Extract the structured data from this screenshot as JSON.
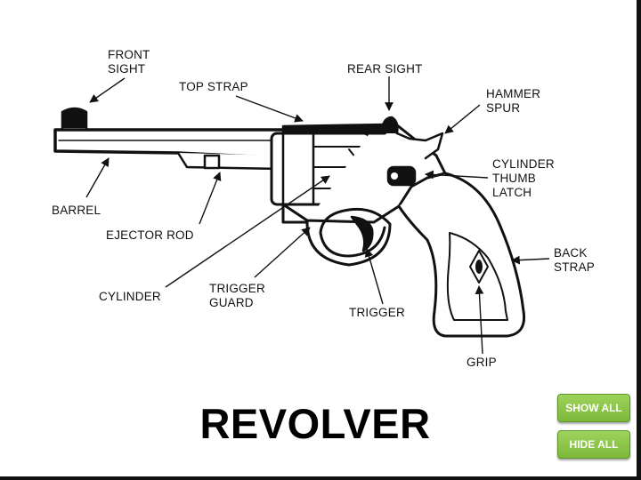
{
  "title": "REVOLVER",
  "labels": {
    "front_sight": [
      "FRONT",
      "SIGHT"
    ],
    "top_strap": [
      "TOP STRAP"
    ],
    "rear_sight": [
      "REAR SIGHT"
    ],
    "hammer_spur": [
      "HAMMER",
      "SPUR"
    ],
    "cylinder_thumb_latch": [
      "CYLINDER",
      "THUMB",
      "LATCH"
    ],
    "back_strap": [
      "BACK",
      "STRAP"
    ],
    "barrel": [
      "BARREL"
    ],
    "ejector_rod": [
      "EJECTOR ROD"
    ],
    "cylinder": [
      "CYLINDER"
    ],
    "trigger_guard": [
      "TRIGGER",
      "GUARD"
    ],
    "trigger": [
      "TRIGGER"
    ],
    "grip": [
      "GRIP"
    ]
  },
  "buttons": {
    "show_all": "SHOW ALL",
    "hide_all": "HIDE ALL"
  },
  "colors": {
    "button_green": "#8cc44a",
    "line": "#111111"
  }
}
